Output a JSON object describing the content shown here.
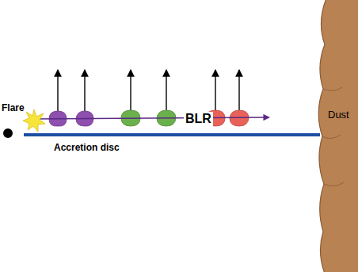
{
  "diagram": {
    "nodes": [
      {
        "text": [
          "Dust"
        ]
      }
    ],
    "labels": [
      "Flare",
      "BLR",
      "Accretion disc"
    ]
  }
}
